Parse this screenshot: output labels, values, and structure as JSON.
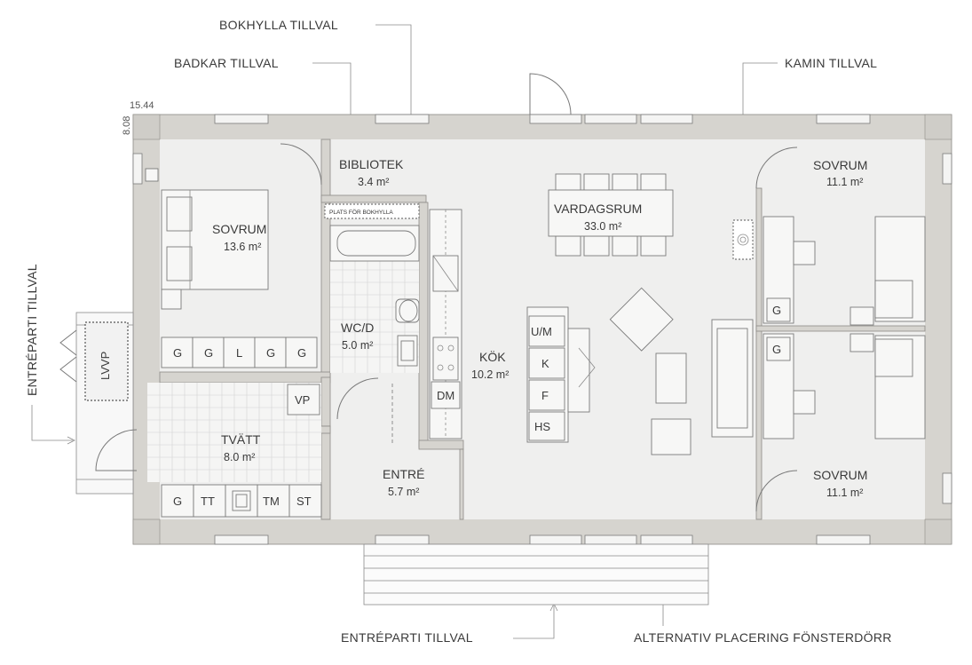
{
  "callouts": {
    "bokhylla": "BOKHYLLA TILLVAL",
    "badkar": "BADKAR TILLVAL",
    "kamin": "KAMIN TILLVAL",
    "entreparti_left": "ENTRÉPARTI TILLVAL",
    "entreparti_bottom": "ENTRÉPARTI TILLVAL",
    "alternativ": "ALTERNATIV PLACERING FÖNSTERDÖRR"
  },
  "dimensions": {
    "width": "15.44",
    "depth": "8.08"
  },
  "rooms": {
    "sovrum_main": {
      "name": "SOVRUM",
      "area": "13.6 m²"
    },
    "bibliotek": {
      "name": "BIBLIOTEK",
      "area": "3.4 m²"
    },
    "vardagsrum": {
      "name": "VARDAGSRUM",
      "area": "33.0 m²"
    },
    "sovrum_top_right": {
      "name": "SOVRUM",
      "area": "11.1 m²"
    },
    "sovrum_bottom_right": {
      "name": "SOVRUM",
      "area": "11.1 m²"
    },
    "wcd": {
      "name": "WC/D",
      "area": "5.0 m²"
    },
    "kok": {
      "name": "KÖK",
      "area": "10.2 m²"
    },
    "tvatt": {
      "name": "TVÄTT",
      "area": "8.0 m²"
    },
    "entre": {
      "name": "ENTRÉ",
      "area": "5.7 m²"
    }
  },
  "labels": {
    "plats_for_bokhylla": "PLATS FÖR BOKHYLLA",
    "lvvp": "LVVP",
    "vp": "VP",
    "dm": "DM",
    "sovrum_main_closets": [
      "G",
      "G",
      "L",
      "G",
      "G"
    ],
    "tvatt_units": [
      "G",
      "TT",
      "TM",
      "ST"
    ],
    "island": [
      "U/M",
      "K",
      "F",
      "HS"
    ],
    "sovrum_top_right_closet": "G",
    "sovrum_bottom_right_closet": "G"
  }
}
